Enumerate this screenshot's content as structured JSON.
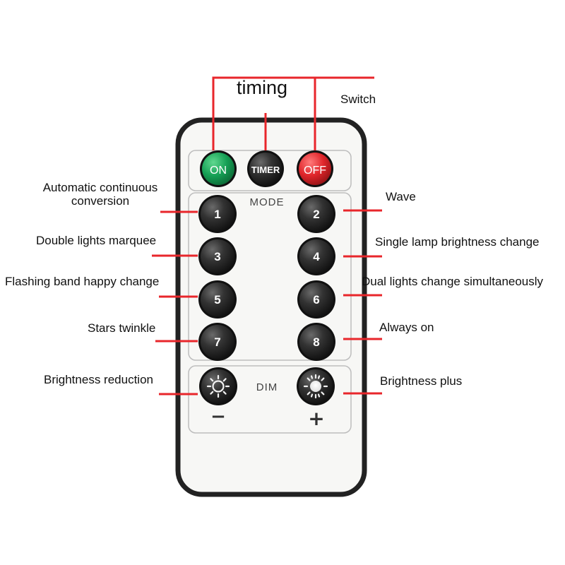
{
  "top": {
    "timing": "timing",
    "switch": "Switch"
  },
  "buttons": {
    "on": "ON",
    "timer": "TIMER",
    "off": "OFF",
    "mode": "MODE",
    "dim": "DIM",
    "minus": "−",
    "plus": "+",
    "numbers": [
      "1",
      "2",
      "3",
      "4",
      "5",
      "6",
      "7",
      "8"
    ]
  },
  "labels": {
    "automatic_line1": "Automatic continuous",
    "automatic_line2": "conversion",
    "wave": "Wave",
    "double_lights": "Double lights marquee",
    "single_lamp": "Single lamp brightness change",
    "flashing_band": "Flashing band happy change",
    "dual_lights": "Dual lights change simultaneously",
    "stars": "Stars twinkle",
    "always_on": "Always on",
    "brightness_reduction": "Brightness reduction",
    "brightness_plus": "Brightness plus"
  },
  "colors": {
    "callout_line": "#e8262b",
    "on_button": "#1aa35a",
    "off_button": "#e0262b",
    "dark_button": "#2b2b2b",
    "remote_body": "#f7f7f5",
    "remote_border": "#222222"
  }
}
